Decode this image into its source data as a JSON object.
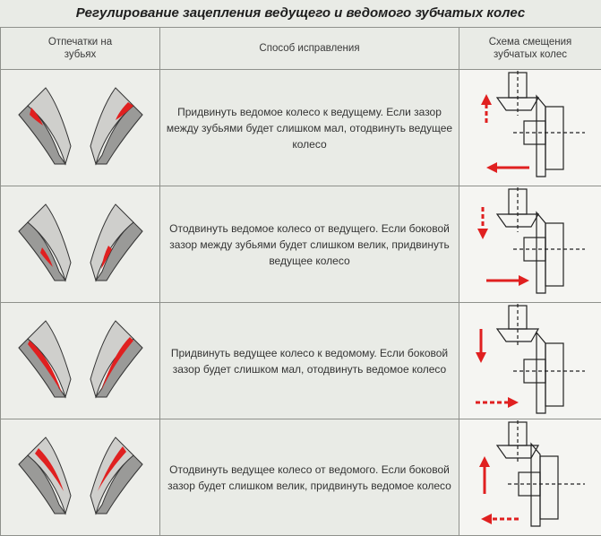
{
  "title": "Регулирование зацепления ведущего и ведомого зубчатых колес",
  "columns": {
    "imprints": "Отпечатки на зубьях",
    "method": "Способ исправления",
    "scheme": "Схема смещения зубчатых колес"
  },
  "rows": [
    {
      "method": "Придвинуть ведомое колесо к ведущему. Если зазор между зубьями будет слишком мал, отодвинуть ведущее колесо"
    },
    {
      "method": "Отодвинуть ведомое колесо от ведущего. Если боковой зазор между зубьями будет слишком велик, придвинуть ведущее колесо"
    },
    {
      "method": "Придвинуть ведущее колесо к ведомому. Если боковой зазор будет слишком мал, отодвинуть ведомое колесо"
    },
    {
      "method": "Отодвинуть ведущее колесо от ведомого. Если боковой зазор будет слишком велик, придвинуть ведомое колесо"
    }
  ],
  "colors": {
    "contact": "#e02020",
    "arrow": "#e02020",
    "line": "#222222"
  }
}
